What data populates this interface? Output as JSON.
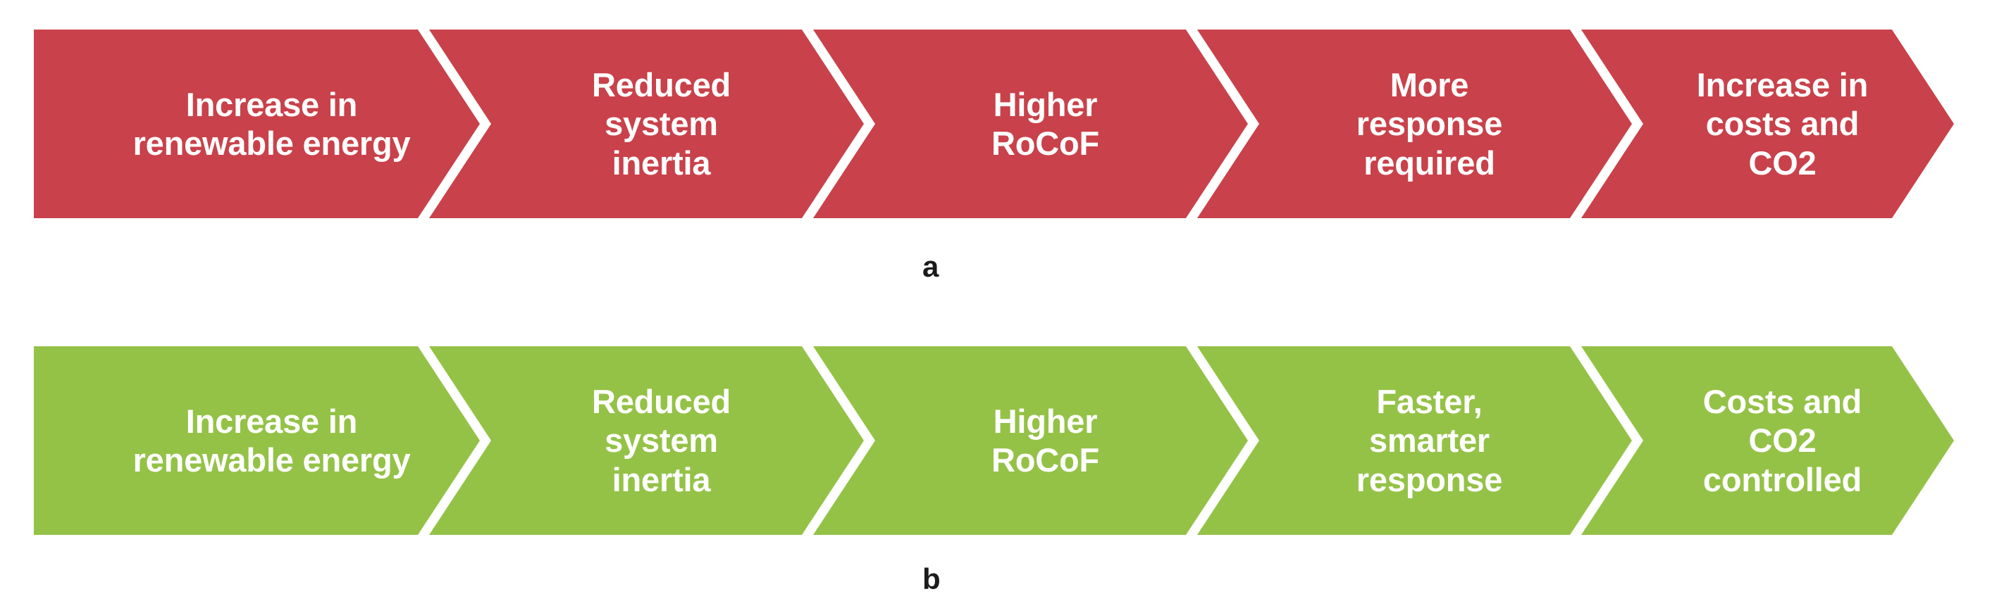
{
  "figure": {
    "type": "process-flow-chevron-diagram",
    "rows": [
      {
        "id": "a",
        "caption": "a",
        "color": "#C9414A",
        "steps": [
          {
            "label": "Increase in\nrenewable energy"
          },
          {
            "label": "Reduced\nsystem\ninertia"
          },
          {
            "label": "Higher\nRoCoF"
          },
          {
            "label": "More\nresponse\nrequired"
          },
          {
            "label": "Increase in\ncosts and\nCO2"
          }
        ]
      },
      {
        "id": "b",
        "caption": "b",
        "color": "#94C247",
        "steps": [
          {
            "label": "Increase in\nrenewable energy"
          },
          {
            "label": "Reduced\nsystem\ninertia"
          },
          {
            "label": "Higher\nRoCoF"
          },
          {
            "label": "Faster,\nsmarter\nresponse"
          },
          {
            "label": "Costs and\nCO2\ncontrolled"
          }
        ]
      }
    ],
    "colors": {
      "red": "#C9414A",
      "green": "#94C247",
      "text": "#FFFFFF",
      "caption": "#1B1B1B",
      "background": "#FFFFFF"
    }
  }
}
